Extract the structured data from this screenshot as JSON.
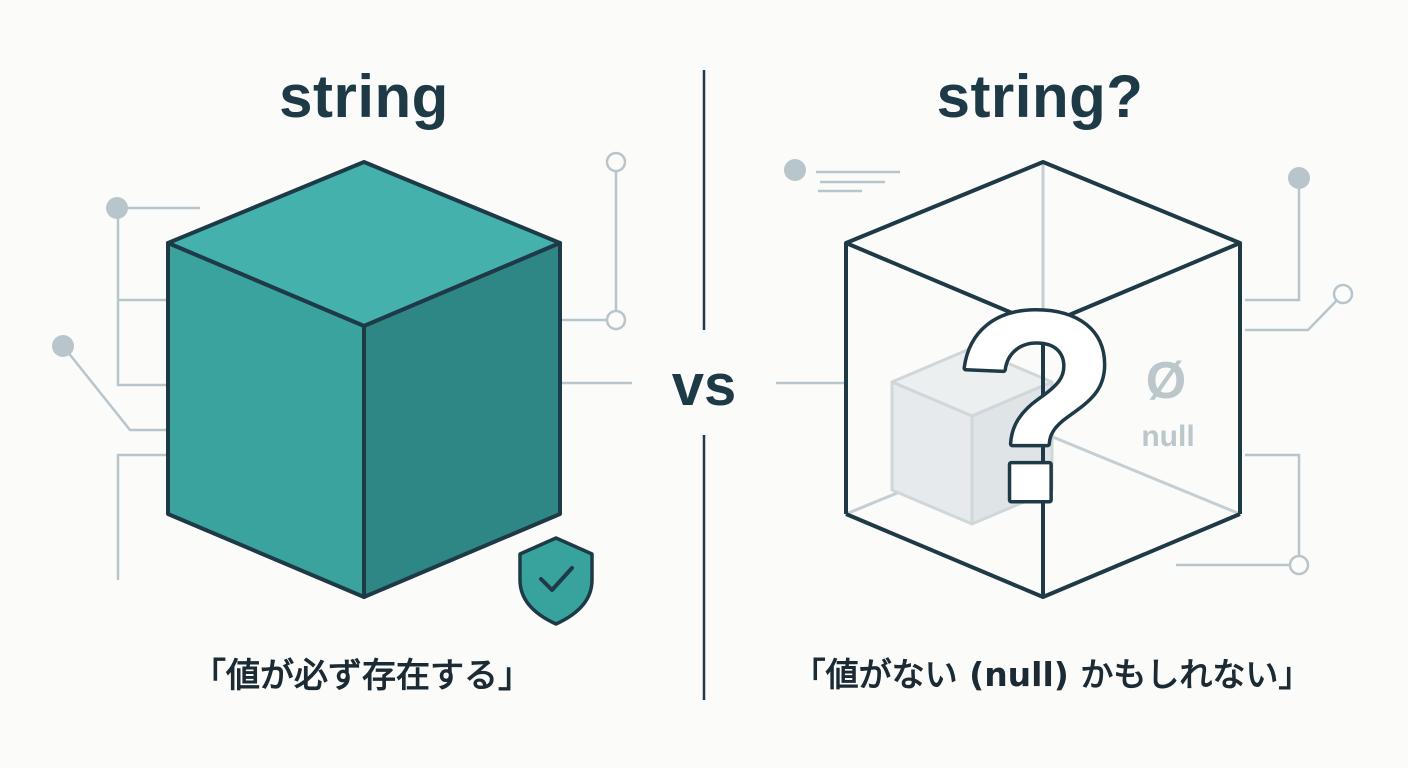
{
  "left_panel": {
    "title": "string",
    "caption": "「値が必ず存在する」"
  },
  "divider": {
    "label": "vs"
  },
  "right_panel": {
    "title": "string?",
    "caption": "「値がない (null) かもしれない」",
    "null_symbol": "Ø",
    "null_label": "null",
    "question_mark": "?"
  },
  "colors": {
    "cube_top": "#45b1ac",
    "cube_front": "#3aa39e",
    "cube_side": "#2f8785",
    "outline": "#1f3a47",
    "circuit": "#b8c5cb",
    "ghost_cube": "#e4e8ea",
    "shield": "#38a29d"
  },
  "icons": {
    "shield": "shield-check-icon",
    "question": "question-mark-icon",
    "null": "empty-set-icon"
  }
}
